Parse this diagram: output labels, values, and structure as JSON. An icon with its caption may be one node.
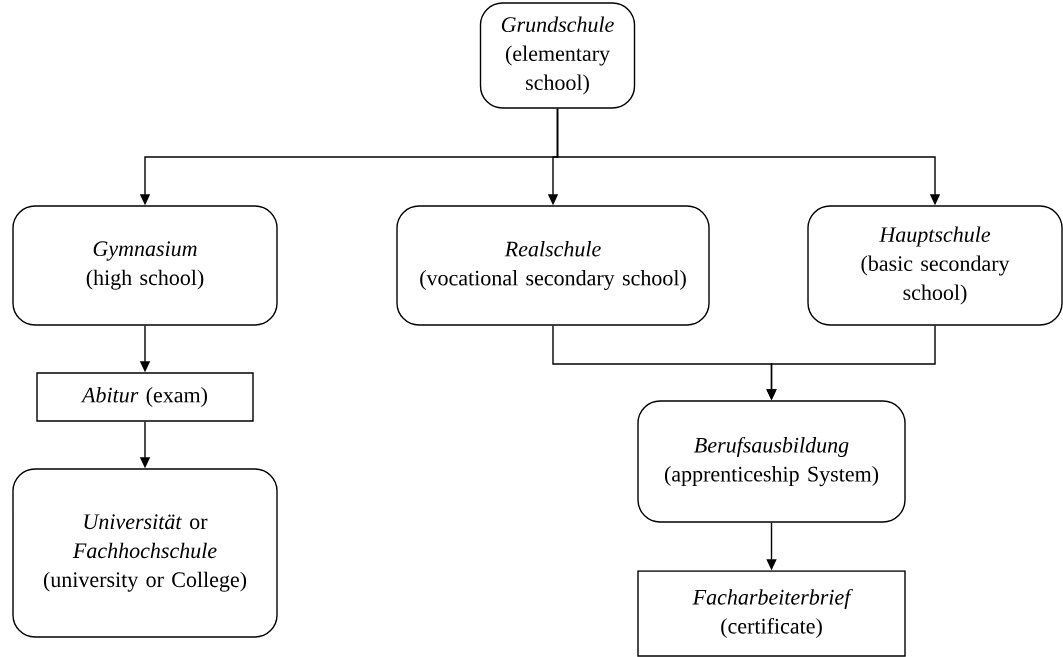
{
  "diagram": {
    "nodes": [
      {
        "text": [
          "Grundschule",
          "(elementary school)"
        ]
      },
      {
        "text": [
          "Gymnasium",
          "(high school)"
        ]
      },
      {
        "text": [
          "Realschule",
          "(vocational secondary school)"
        ]
      },
      {
        "text": [
          "Hauptschule",
          "(basic secondary school)"
        ]
      },
      {
        "text": [
          "*Abitur* (exam)"
        ]
      },
      {
        "text": [
          "*Universität* or *Fachhochschule*",
          "(university or College)"
        ]
      },
      {
        "text": [
          "Berufsausbildung",
          "(apprenticeship System)"
        ]
      },
      {
        "text": [
          "Facharbeiterbrief",
          "(certificate)"
        ]
      }
    ],
    "edges": [
      {
        "from": 0,
        "to": 1,
        "arrow": "to"
      },
      {
        "from": 0,
        "to": 2,
        "arrow": "to"
      },
      {
        "from": 0,
        "to": 3,
        "arrow": "to"
      },
      {
        "from": 1,
        "to": 4,
        "arrow": "to"
      },
      {
        "from": 4,
        "to": 5,
        "arrow": "to"
      },
      {
        "from": 2,
        "to": 6,
        "arrow": "to"
      },
      {
        "from": 3,
        "to": 6,
        "arrow": "to"
      },
      {
        "from": 6,
        "to": 7,
        "arrow": "to"
      }
    ]
  }
}
